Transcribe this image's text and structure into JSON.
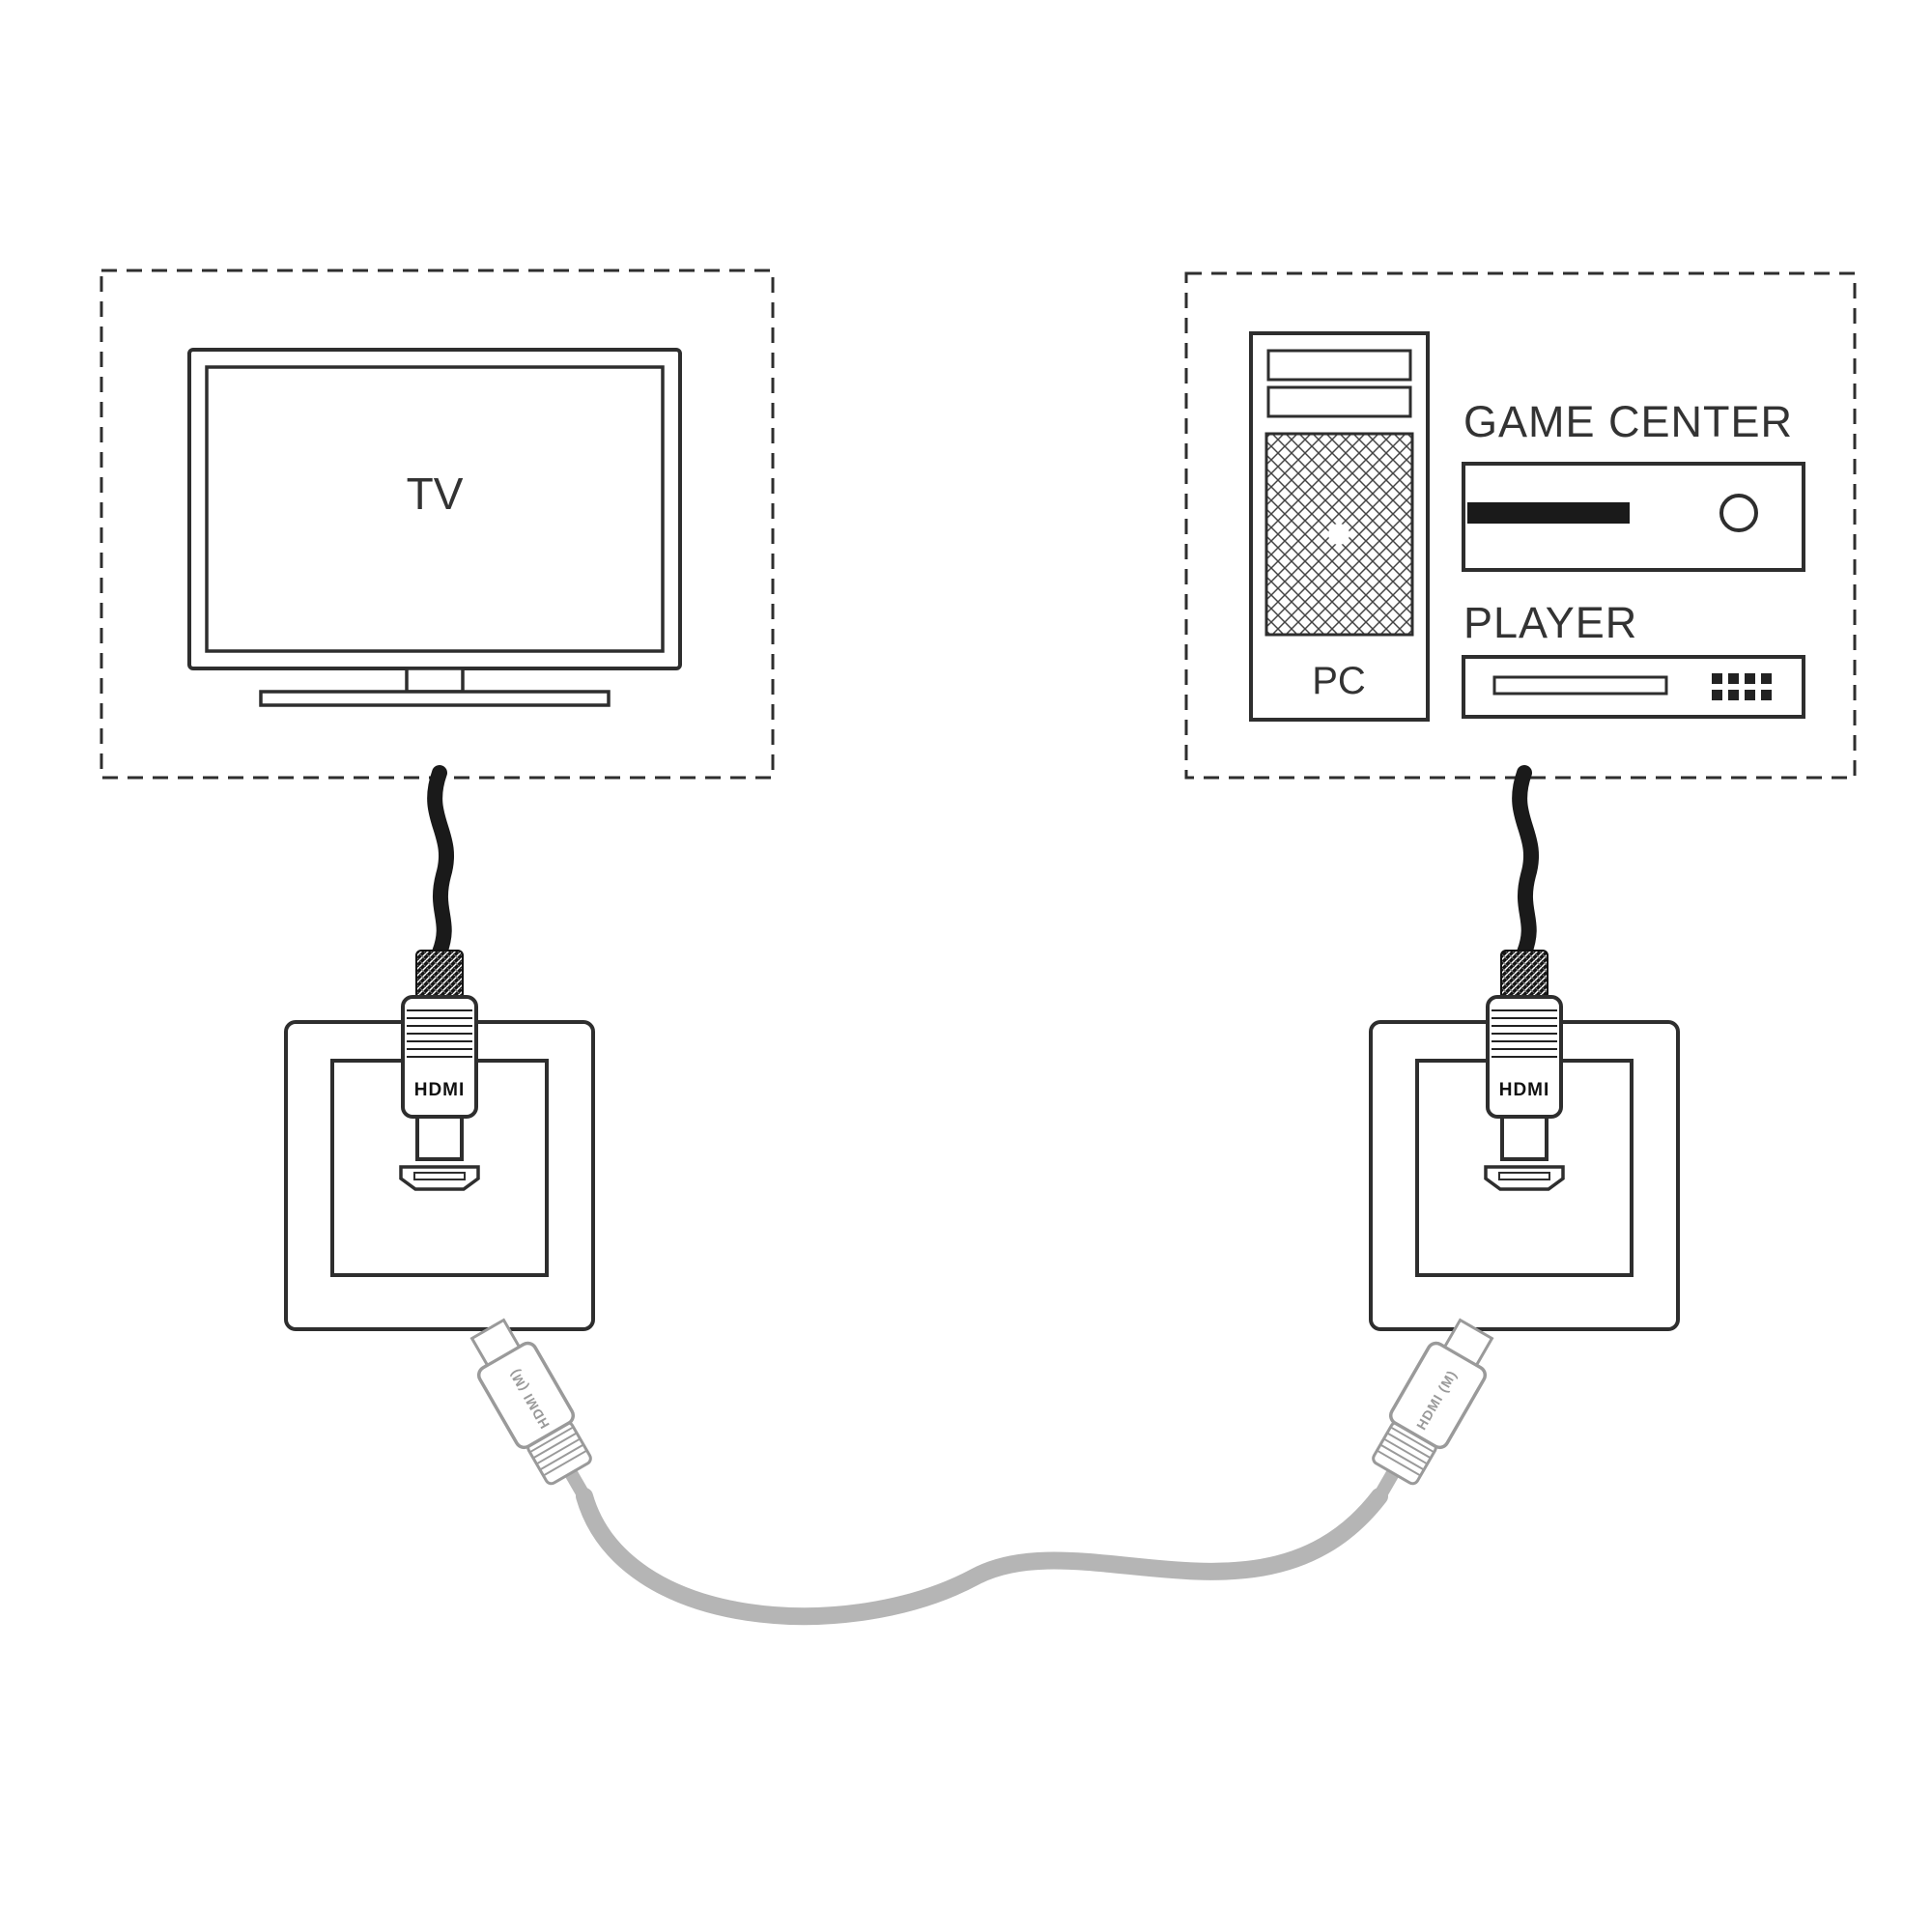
{
  "colors": {
    "background": "#ffffff",
    "outline": "#2e2e2e",
    "black_cable": "#1a1a1a",
    "gray_cable": "#b5b5b5",
    "gray_connector": "#9a9a9a",
    "text": "#333333"
  },
  "devices": {
    "tv": {
      "label": "TV"
    },
    "pc": {
      "label": "PC"
    },
    "game_center": {
      "label": "GAME CENTER"
    },
    "player": {
      "label": "PLAYER"
    }
  },
  "connectors": {
    "left_wall_plug": {
      "label": "HDMI"
    },
    "right_wall_plug": {
      "label": "HDMI"
    },
    "left_patch_plug": {
      "label": "HDMI (M)"
    },
    "right_patch_plug": {
      "label": "HDMI (M)"
    }
  }
}
